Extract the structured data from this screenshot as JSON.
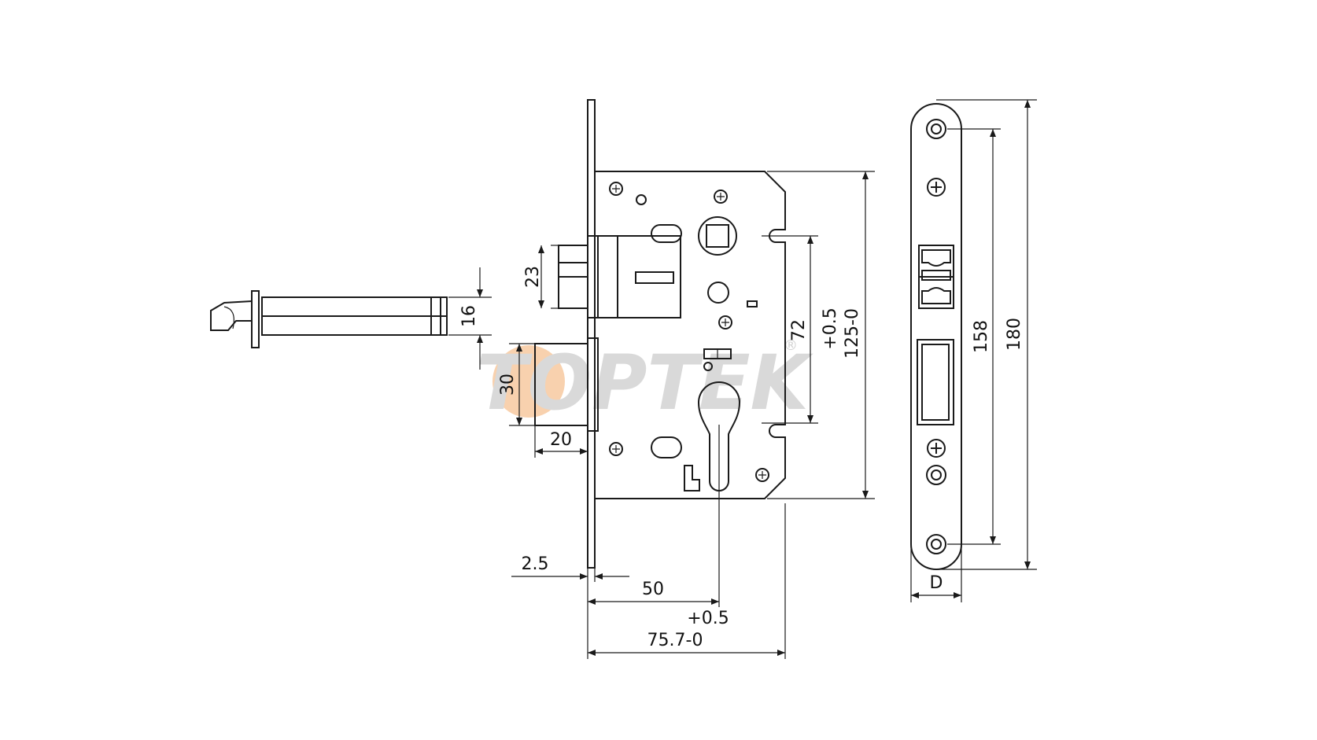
{
  "watermark": {
    "text": "TOPTEK",
    "registered_mark": "®",
    "colors": {
      "letters": "#d9d9d9",
      "accent_o": "#f7c9a0"
    }
  },
  "dimensions": {
    "bolt_height": "16",
    "latch_height": "23",
    "deadbolt_height": "30",
    "deadbolt_projection": "20",
    "faceplate_thickness": "2.5",
    "backset": "50",
    "case_depth_tol": "+0.5",
    "case_depth": "75.7-0",
    "spindle_to_cylinder": "72",
    "case_height_tol": "+0.5",
    "case_height": "125-0",
    "screw_spacing": "158",
    "faceplate_length": "180",
    "faceplate_width": "D"
  },
  "colors": {
    "line": "#1a1a1a",
    "background": "#ffffff"
  }
}
